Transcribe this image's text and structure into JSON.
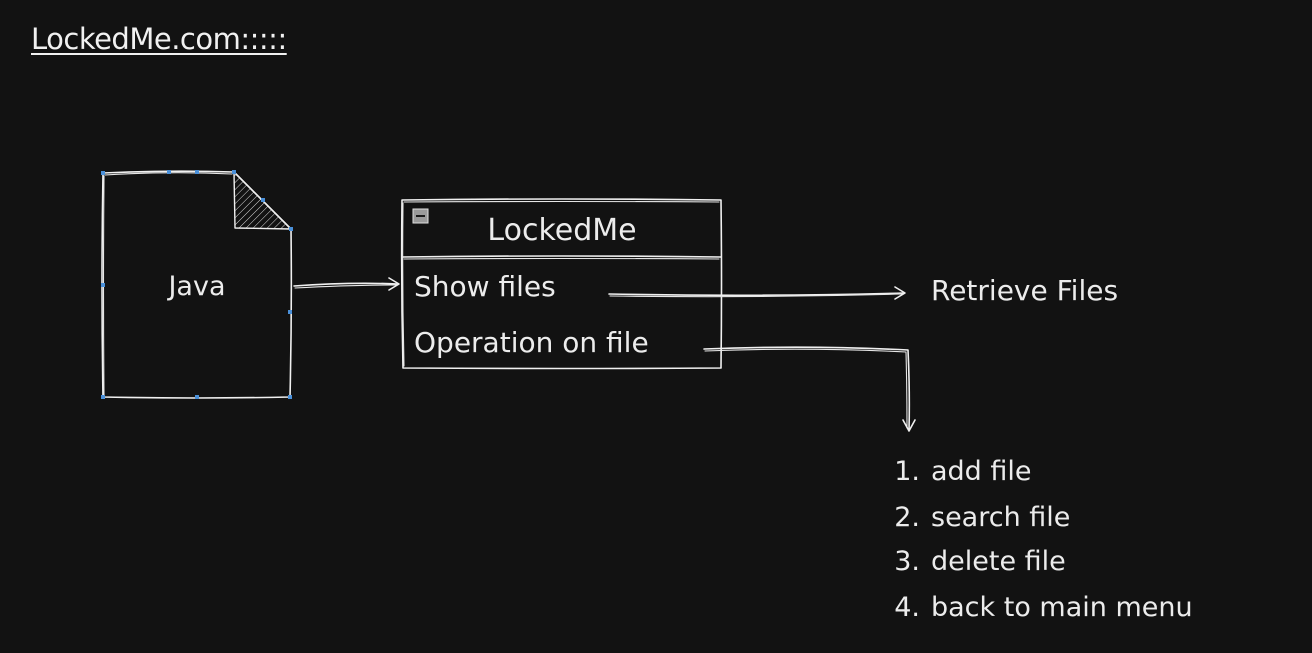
{
  "page_title": "LockedMe.com:::::",
  "document_shape": {
    "label": "Java"
  },
  "class_box": {
    "title": "LockedMe",
    "collapse_icon": "minus-square-icon",
    "items": [
      {
        "label": "Show files"
      },
      {
        "label": "Operation on file"
      }
    ]
  },
  "retrieve_label": "Retrieve Files",
  "operations": [
    {
      "number": "1.",
      "label": "add file"
    },
    {
      "number": "2.",
      "label": "search file"
    },
    {
      "number": "3.",
      "label": "delete file"
    },
    {
      "number": "4.",
      "label": "back to main menu"
    }
  ],
  "colors": {
    "background": "#121212",
    "stroke": "#f0f0f0",
    "text": "#ececec",
    "selection_handle": "#4a90d9"
  }
}
